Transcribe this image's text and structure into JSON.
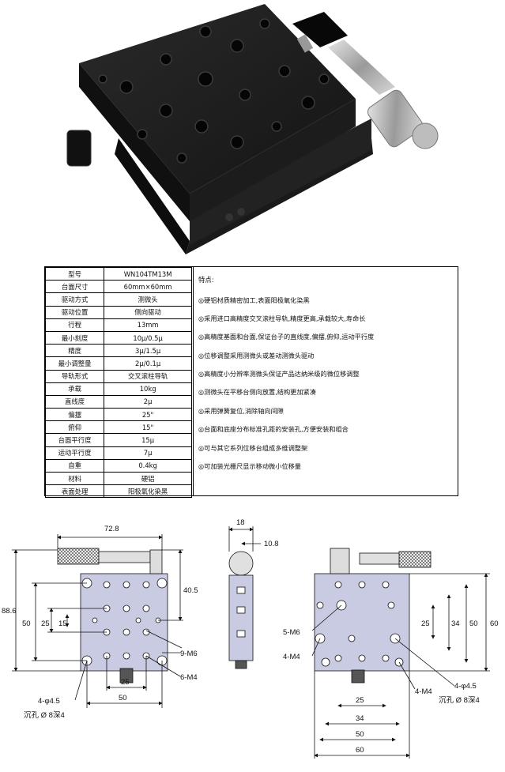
{
  "specs": [
    {
      "key": "型号",
      "value": "WN104TM13M"
    },
    {
      "key": "台面尺寸",
      "value": "60mm×60mm"
    },
    {
      "key": "驱动方式",
      "value": "测微头"
    },
    {
      "key": "驱动位置",
      "value": "侧向驱动"
    },
    {
      "key": "行程",
      "value": "13mm"
    },
    {
      "key": "最小刻度",
      "value": "10μ/0.5μ"
    },
    {
      "key": "精度",
      "value": "3μ/1.5μ"
    },
    {
      "key": "最小调整量",
      "value": "2μ/0.1μ"
    },
    {
      "key": "导轨形式",
      "value": "交叉滚柱导轨"
    },
    {
      "key": "承载",
      "value": "10kg"
    },
    {
      "key": "直线度",
      "value": "2μ"
    },
    {
      "key": "偏摆",
      "value": "25\""
    },
    {
      "key": "俯仰",
      "value": "15\""
    },
    {
      "key": "台面平行度",
      "value": "15μ"
    },
    {
      "key": "运动平行度",
      "value": "7μ"
    },
    {
      "key": "自重",
      "value": "0.4kg"
    },
    {
      "key": "材料",
      "value": "硬铝"
    },
    {
      "key": "表面处理",
      "value": "阳极氧化染黑"
    }
  ],
  "features": {
    "title": "特点:",
    "items": [
      "◎硬铝材质精密加工,表面阳极氧化染黑",
      "◎采用进口高精度交叉滚柱导轨,精度更高,承载较大,寿命长",
      "◎高精度基面和台面,保证台子的直线度,偏摆,俯仰,运动平行度",
      "◎位移调整采用测微头或差动测微头驱动",
      "◎高精度小分辨率测微头保证产品达纳米级的微位移调整",
      "◎测微头在平移台侧向放置,结构更加紧凑",
      "◎采用弹簧复位,消除轴向间隙",
      "◎台面和底座分布标准孔距的安装孔,方便安装和组合",
      "◎可与其它系列位移台组成多维调整架",
      "◎可加装光栅尺显示移动微小位移量"
    ]
  },
  "drawing": {
    "left": {
      "dim_top": "72.8",
      "dim_total": "88.6",
      "dim_50": "50",
      "dim_25": "25",
      "dim_15": "15",
      "dim_40_5": "40.5",
      "dim_bottom_25": "25",
      "dim_bottom_50": "50",
      "label_9m6": "9-M6",
      "label_6m4": "6-M4",
      "label_4phi": "4-φ4.5",
      "label_cb": "沉孔 Ø 8深4"
    },
    "side": {
      "dim_18": "18",
      "dim_10_8": "10.8"
    },
    "right": {
      "dim_60": "60",
      "dim_50": "50",
      "dim_34": "34",
      "dim_25": "25",
      "dim_bottom_25": "25",
      "dim_bottom_34": "34",
      "dim_bottom_50": "50",
      "dim_bottom_60": "60",
      "label_5m6": "5-M6",
      "label_4m4_left": "4-M4",
      "label_4m4_right": "4-M4",
      "label_4phi": "4-φ4.5",
      "label_cb": "沉孔 Ø 8深4"
    }
  }
}
